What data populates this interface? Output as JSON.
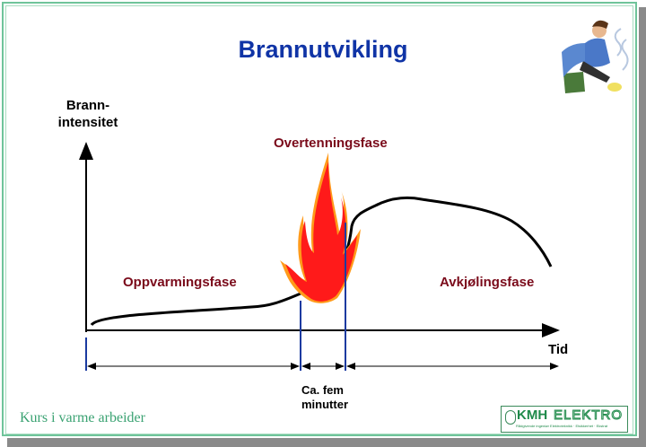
{
  "title": "Brannutvikling",
  "y_axis_label": "Brann-\nintensitet",
  "x_axis_label": "Tid",
  "phases": {
    "heating": "Oppvarmingsfase",
    "flashover": "Overtenningsfase",
    "cooling": "Avkjølingsfase"
  },
  "duration_note": "Ca. fem\nminutter",
  "footer": "Kurs i varme arbeider",
  "logo": {
    "brand_bold": "KMH",
    "brand_outline": "ELEKTRO",
    "tagline": "Rådgivende ingeniør Elektroteknikk · Elsikkerhet · Ekstrat"
  },
  "colors": {
    "title": "#1034a6",
    "phase_label": "#7a0a1a",
    "marker_line": "#1a3aa0",
    "frame": "#6fc49a",
    "flame": "#ff1a1a",
    "flame_edge": "#ff9a1a"
  }
}
